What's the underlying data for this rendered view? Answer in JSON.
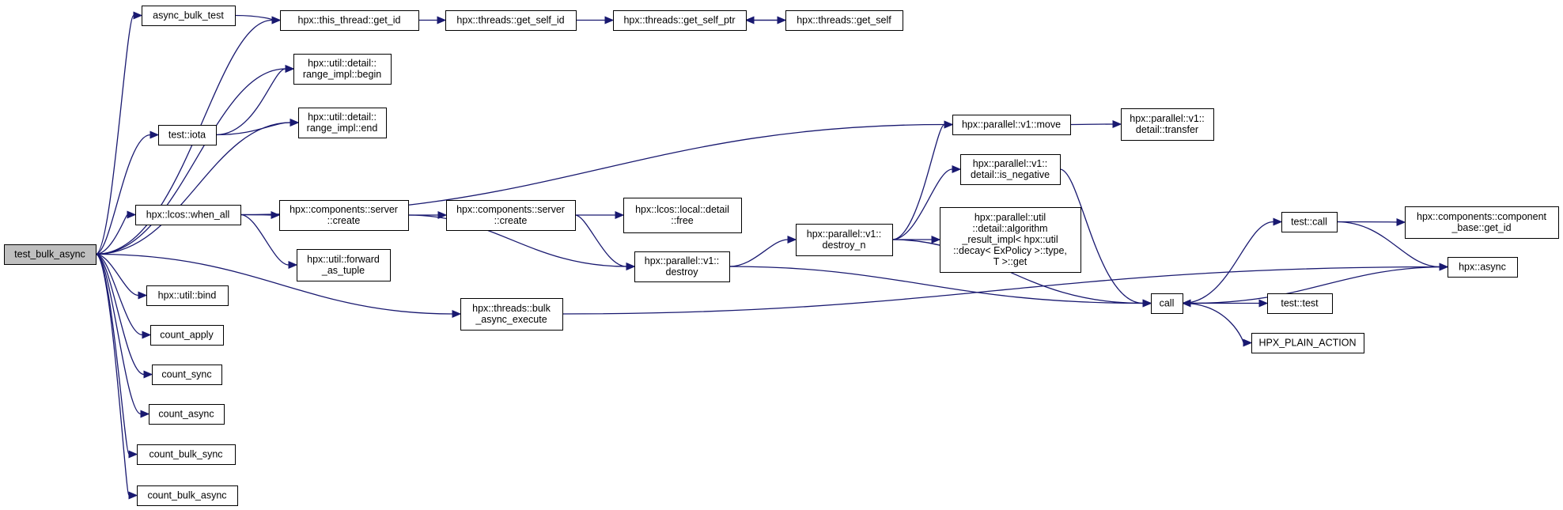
{
  "colors": {
    "edge": "#191970",
    "node_fill": "#ffffff",
    "root_fill": "#bfbfbf",
    "border": "#000000"
  },
  "nodes": [
    {
      "id": "root",
      "lines": [
        "test_bulk_async"
      ],
      "root": true
    },
    {
      "id": "async_bulk_test",
      "lines": [
        "async_bulk_test"
      ]
    },
    {
      "id": "this_get_id",
      "lines": [
        "hpx::this_thread::get_id"
      ]
    },
    {
      "id": "get_self_id",
      "lines": [
        "hpx::threads::get_self_id"
      ]
    },
    {
      "id": "get_self_ptr",
      "lines": [
        "hpx::threads::get_self_ptr"
      ]
    },
    {
      "id": "get_self",
      "lines": [
        "hpx::threads::get_self"
      ]
    },
    {
      "id": "range_begin",
      "lines": [
        "hpx::util::detail::",
        "range_impl::begin"
      ]
    },
    {
      "id": "range_end",
      "lines": [
        "hpx::util::detail::",
        "range_impl::end"
      ]
    },
    {
      "id": "test_iota",
      "lines": [
        "test::iota"
      ]
    },
    {
      "id": "when_all",
      "lines": [
        "hpx::lcos::when_all"
      ]
    },
    {
      "id": "server_create1",
      "lines": [
        "hpx::components::server",
        "::create"
      ]
    },
    {
      "id": "server_create2",
      "lines": [
        "hpx::components::server",
        "::create"
      ]
    },
    {
      "id": "local_free",
      "lines": [
        "hpx::lcos::local::detail",
        "::free"
      ]
    },
    {
      "id": "forward_tuple",
      "lines": [
        "hpx::util::forward",
        "_as_tuple"
      ]
    },
    {
      "id": "pv1_destroy",
      "lines": [
        "hpx::parallel::v1::",
        "destroy"
      ]
    },
    {
      "id": "destroy_n",
      "lines": [
        "hpx::parallel::v1::",
        "destroy_n"
      ]
    },
    {
      "id": "pv1_move",
      "lines": [
        "hpx::parallel::v1::move"
      ]
    },
    {
      "id": "transfer",
      "lines": [
        "hpx::parallel::v1::",
        "detail::transfer"
      ]
    },
    {
      "id": "is_negative",
      "lines": [
        "hpx::parallel::v1::",
        "detail::is_negative"
      ]
    },
    {
      "id": "algo_result",
      "lines": [
        "hpx::parallel::util",
        "::detail::algorithm",
        "_result_impl< hpx::util",
        "::decay< ExPolicy >::type,",
        "T >::get"
      ]
    },
    {
      "id": "util_bind",
      "lines": [
        "hpx::util::bind"
      ]
    },
    {
      "id": "count_apply",
      "lines": [
        "count_apply"
      ]
    },
    {
      "id": "count_sync",
      "lines": [
        "count_sync"
      ]
    },
    {
      "id": "count_async",
      "lines": [
        "count_async"
      ]
    },
    {
      "id": "count_bulk_sync",
      "lines": [
        "count_bulk_sync"
      ]
    },
    {
      "id": "count_bulk_async",
      "lines": [
        "count_bulk_async"
      ]
    },
    {
      "id": "bulk_async_execute",
      "lines": [
        "hpx::threads::bulk",
        "_async_execute"
      ]
    },
    {
      "id": "call",
      "lines": [
        "call"
      ]
    },
    {
      "id": "test_call",
      "lines": [
        "test::call"
      ]
    },
    {
      "id": "component_get_id",
      "lines": [
        "hpx::components::component",
        "_base::get_id"
      ]
    },
    {
      "id": "hpx_async",
      "lines": [
        "hpx::async"
      ]
    },
    {
      "id": "test_test",
      "lines": [
        "test::test"
      ]
    },
    {
      "id": "plain_action",
      "lines": [
        "HPX_PLAIN_ACTION"
      ]
    }
  ],
  "edges": [
    [
      "root",
      "async_bulk_test"
    ],
    [
      "root",
      "this_get_id"
    ],
    [
      "root",
      "range_begin"
    ],
    [
      "root",
      "test_iota"
    ],
    [
      "root",
      "range_end"
    ],
    [
      "root",
      "when_all"
    ],
    [
      "root",
      "util_bind"
    ],
    [
      "root",
      "count_apply"
    ],
    [
      "root",
      "count_sync"
    ],
    [
      "root",
      "count_async"
    ],
    [
      "root",
      "count_bulk_sync"
    ],
    [
      "root",
      "count_bulk_async"
    ],
    [
      "root",
      "bulk_async_execute"
    ],
    [
      "async_bulk_test",
      "this_get_id"
    ],
    [
      "this_get_id",
      "get_self_id"
    ],
    [
      "get_self_id",
      "get_self_ptr"
    ],
    [
      "get_self_ptr",
      "get_self"
    ],
    [
      "get_self",
      "get_self_ptr"
    ],
    [
      "test_iota",
      "range_begin"
    ],
    [
      "test_iota",
      "range_end"
    ],
    [
      "when_all",
      "server_create1"
    ],
    [
      "when_all",
      "forward_tuple"
    ],
    [
      "when_all",
      "pv1_move"
    ],
    [
      "server_create1",
      "server_create2"
    ],
    [
      "server_create1",
      "pv1_destroy"
    ],
    [
      "server_create2",
      "local_free"
    ],
    [
      "server_create2",
      "pv1_destroy"
    ],
    [
      "pv1_destroy",
      "destroy_n"
    ],
    [
      "pv1_destroy",
      "call"
    ],
    [
      "destroy_n",
      "pv1_move"
    ],
    [
      "destroy_n",
      "is_negative"
    ],
    [
      "destroy_n",
      "algo_result"
    ],
    [
      "destroy_n",
      "call"
    ],
    [
      "pv1_move",
      "transfer"
    ],
    [
      "is_negative",
      "call"
    ],
    [
      "call",
      "test_call"
    ],
    [
      "call",
      "test_test"
    ],
    [
      "call",
      "plain_action"
    ],
    [
      "test_call",
      "component_get_id"
    ],
    [
      "test_call",
      "hpx_async"
    ],
    [
      "hpx_async",
      "call"
    ],
    [
      "bulk_async_execute",
      "hpx_async"
    ]
  ]
}
